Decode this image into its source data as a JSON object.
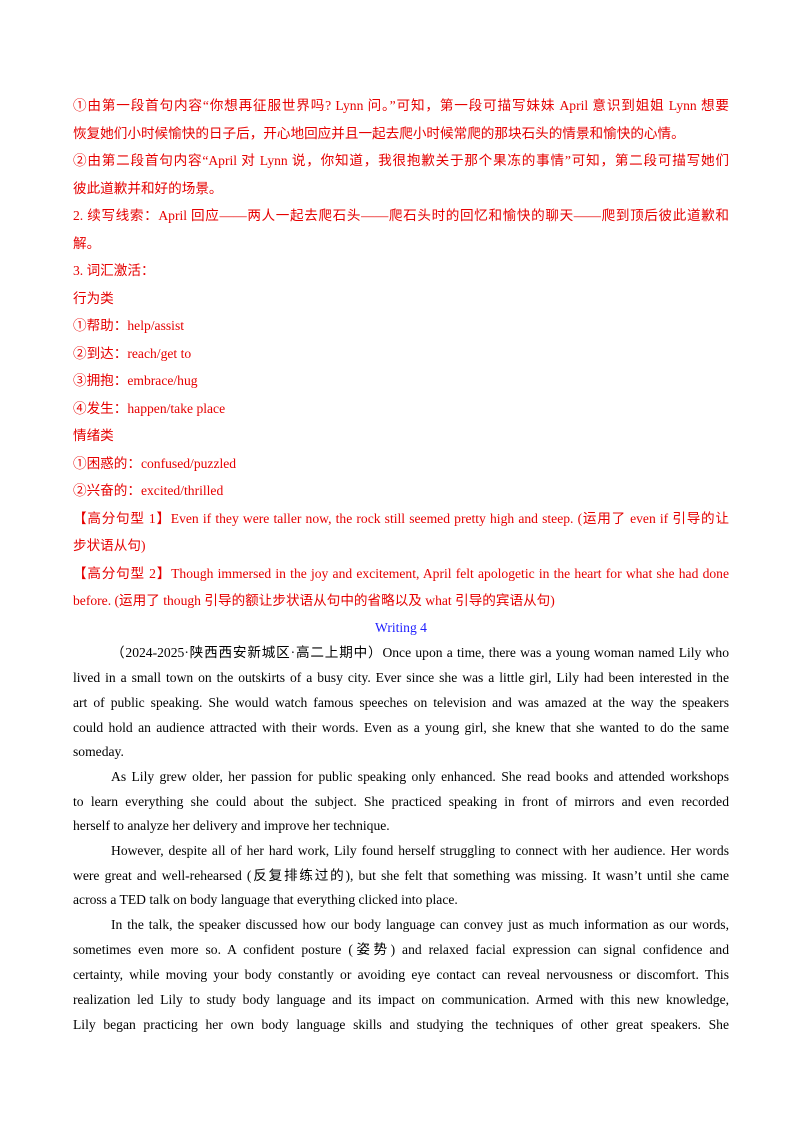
{
  "red_section": [
    "①由第一段首句内容“你想再征服世界吗? Lynn 问。”可知，第一段可描写妹妹 April 意识到姐姐 Lynn 想要",
    "恢复她们小时候愉快的日子后，开心地回应并且一起去爬小时候常爬的那块石头的情景和愉快的心情。",
    "②由第二段首句内容“April 对 Lynn 说，你知道，我很抱歉关于那个果冻的事情”可知，第二段可描写她们",
    "彼此道歉并和好的场景。",
    "2. 续写线索：April 回应——两人一起去爬石头——爬石头时的回忆和愉快的聊天——爬到顶后彼此道歉和",
    "解。",
    "3. 词汇激活：",
    "行为类",
    "①帮助：help/assist",
    "②到达：reach/get to",
    "③拥抱：embrace/hug",
    "④发生：happen/take place",
    "情绪类",
    "①困惑的：confused/puzzled",
    "②兴奋的：excited/thrilled",
    "【高分句型 1】Even if they were taller now, the rock still seemed pretty high and steep. (运用了 even if 引导的让",
    "步状语从句)",
    "【高分句型 2】Though immersed in the joy and excitement, April felt apologetic in the heart for what she had done",
    "before. (运用了 though 引导的额让步状语从句中的省略以及 what 引导的宾语从句)"
  ],
  "section_title": "Writing 4",
  "body_lines": [
    "（2024-2025·陕西西安新城区·高二上期中）Once upon a time, there was a young woman named Lily who",
    "lived in a small town on the outskirts of a busy city. Ever since she was a little girl, Lily had been interested in the",
    "art of public speaking. She would watch famous speeches on television and was amazed at the way the speakers",
    "could hold an audience attracted with their words. Even as a young girl, she knew that she wanted to do the same",
    "someday.",
    "As Lily grew older, her passion for public speaking only enhanced. She read books and attended workshops",
    "to learn everything she could about the subject. She practiced speaking in front of mirrors and even recorded",
    "herself to analyze her delivery and improve her technique.",
    "However, despite all of her hard work, Lily found herself struggling to connect with her audience. Her words",
    "were great and well-rehearsed (反复排练过的), but she felt that something was missing. It wasn’t until she came",
    "across a TED talk on body language that everything clicked into place.",
    "In the talk, the speaker discussed how our body language can convey just as much information as our words,",
    "sometimes even more so. A confident posture (姿势) and relaxed facial expression can signal confidence and",
    "certainty, while moving your body constantly or avoiding eye contact can reveal nervousness or discomfort. This",
    "realization led Lily to study body language and its impact on communication. Armed with this new knowledge,",
    "Lily began practicing her own body language skills and studying the techniques of other great speakers. She"
  ]
}
